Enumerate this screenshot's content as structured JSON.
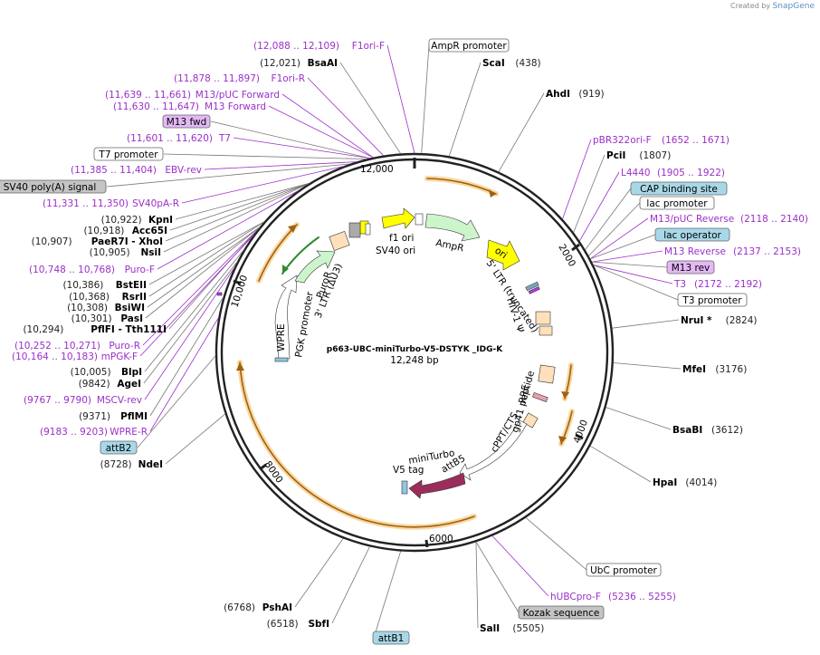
{
  "credit": {
    "prefix": "Created by",
    "brand": "SnapGene"
  },
  "plasmid": {
    "name": "p663-UBC-miniTurbo-V5-DSTYK _IDG-K",
    "size": "12,248 bp",
    "total_bp": 12248
  },
  "ticks": [
    "2000",
    "4000",
    "6000",
    "8000",
    "10,000",
    "12,000"
  ],
  "colors": {
    "primer": "#9b2fc9",
    "orf_outline": "#e8a020",
    "backbone": "#222222"
  },
  "right_labels": [
    {
      "kind": "box",
      "text": "AmpR promoter"
    },
    {
      "kind": "enzyme",
      "name": "ScaI",
      "pos": "(438)"
    },
    {
      "kind": "enzyme",
      "name": "AhdI",
      "pos": "(919)"
    },
    {
      "kind": "primer",
      "name": "pBR322ori-F",
      "pos": "(1652 .. 1671)"
    },
    {
      "kind": "enzyme",
      "name": "PciI",
      "pos": "(1807)"
    },
    {
      "kind": "primer",
      "name": "L4440",
      "pos": "(1905 .. 1922)"
    },
    {
      "kind": "box_blue",
      "text": "CAP binding site"
    },
    {
      "kind": "box",
      "text": "lac promoter"
    },
    {
      "kind": "primer",
      "name": "M13/pUC Reverse",
      "pos": "(2118 .. 2140)"
    },
    {
      "kind": "box_blue",
      "text": "lac operator"
    },
    {
      "kind": "primer",
      "name": "M13 Reverse",
      "pos": "(2137 .. 2153)"
    },
    {
      "kind": "box_purple",
      "text": "M13 rev"
    },
    {
      "kind": "primer",
      "name": "T3",
      "pos": "(2172 .. 2192)"
    },
    {
      "kind": "box",
      "text": "T3 promoter"
    },
    {
      "kind": "enzyme",
      "name": "NruI *",
      "pos": "(2824)"
    },
    {
      "kind": "enzyme",
      "name": "MfeI",
      "pos": "(3176)"
    },
    {
      "kind": "enzyme",
      "name": "BsaBI",
      "pos": "(3612)"
    },
    {
      "kind": "enzyme",
      "name": "HpaI",
      "pos": "(4014)"
    },
    {
      "kind": "box",
      "text": "UbC promoter"
    },
    {
      "kind": "primer",
      "name": "hUBCpro-F",
      "pos": "(5236 .. 5255)"
    },
    {
      "kind": "box_gray",
      "text": "Kozak sequence"
    },
    {
      "kind": "enzyme",
      "name": "SalI",
      "pos": "(5505)"
    }
  ],
  "left_labels": [
    {
      "kind": "primer",
      "name": "F1ori-F",
      "pos": "(12,088 .. 12,109)"
    },
    {
      "kind": "enzyme",
      "name": "BsaAI",
      "pos": "(12,021)"
    },
    {
      "kind": "primer",
      "name": "F1ori-R",
      "pos": "(11,878 .. 11,897)"
    },
    {
      "kind": "primer",
      "name": "M13/pUC Forward",
      "pos": "(11,639 .. 11,661)"
    },
    {
      "kind": "primer",
      "name": "M13 Forward",
      "pos": "(11,630 .. 11,647)"
    },
    {
      "kind": "box_purple",
      "text": "M13 fwd"
    },
    {
      "kind": "primer",
      "name": "T7",
      "pos": "(11,601 .. 11,620)"
    },
    {
      "kind": "box",
      "text": "T7 promoter"
    },
    {
      "kind": "primer",
      "name": "EBV-rev",
      "pos": "(11,385 .. 11,404)"
    },
    {
      "kind": "box_gray",
      "text": "SV40 poly(A) signal"
    },
    {
      "kind": "primer",
      "name": "SV40pA-R",
      "pos": "(11,331 .. 11,350)"
    },
    {
      "kind": "enzyme",
      "name": "KpnI",
      "pos": "(10,922)"
    },
    {
      "kind": "enzyme",
      "name": "Acc65I",
      "pos": "(10,918)"
    },
    {
      "kind": "enzyme",
      "name": "PaeR7I  - XhoI",
      "pos": "(10,907)"
    },
    {
      "kind": "enzyme",
      "name": "NsiI",
      "pos": "(10,905)"
    },
    {
      "kind": "primer",
      "name": "Puro-F",
      "pos": "(10,748 .. 10,768)"
    },
    {
      "kind": "enzyme",
      "name": "BstEII",
      "pos": "(10,386)"
    },
    {
      "kind": "enzyme",
      "name": "RsrII",
      "pos": "(10,368)"
    },
    {
      "kind": "enzyme",
      "name": "BsiWI",
      "pos": "(10,308)"
    },
    {
      "kind": "enzyme",
      "name": "PasI",
      "pos": "(10,301)"
    },
    {
      "kind": "enzyme",
      "name": "PflFI  - Tth111I",
      "pos": "(10,294)"
    },
    {
      "kind": "primer",
      "name": "Puro-R",
      "pos": "(10,252 .. 10,271)"
    },
    {
      "kind": "primer",
      "name": "mPGK-F",
      "pos": "(10,164 .. 10,183)"
    },
    {
      "kind": "enzyme",
      "name": "BlpI",
      "pos": "(10,005)"
    },
    {
      "kind": "enzyme",
      "name": "AgeI",
      "pos": "(9842)"
    },
    {
      "kind": "primer",
      "name": "MSCV-rev",
      "pos": "(9767 .. 9790)"
    },
    {
      "kind": "enzyme",
      "name": "PflMI",
      "pos": "(9371)"
    },
    {
      "kind": "primer",
      "name": "WPRE-R",
      "pos": "(9183 .. 9203)"
    },
    {
      "kind": "box_blue",
      "text": "attB2"
    },
    {
      "kind": "enzyme",
      "name": "NdeI",
      "pos": "(8728)"
    },
    {
      "kind": "enzyme",
      "name": "PshAI",
      "pos": "(6768)"
    },
    {
      "kind": "enzyme",
      "name": "SbfI",
      "pos": "(6518)"
    },
    {
      "kind": "box_blue",
      "text": "attB1"
    }
  ],
  "inner_features": [
    "f1 ori",
    "SV40 ori",
    "AmpR",
    "ori",
    "5' LTR (truncated)",
    "HIV-1 Ψ",
    "RRE",
    "gp41 peptide",
    "cPPT/CTS",
    "attB5",
    "miniTurbo",
    "V5 tag",
    "WPRE",
    "PGK promoter",
    "PuroR",
    "3' LTR (ΔU3)"
  ]
}
